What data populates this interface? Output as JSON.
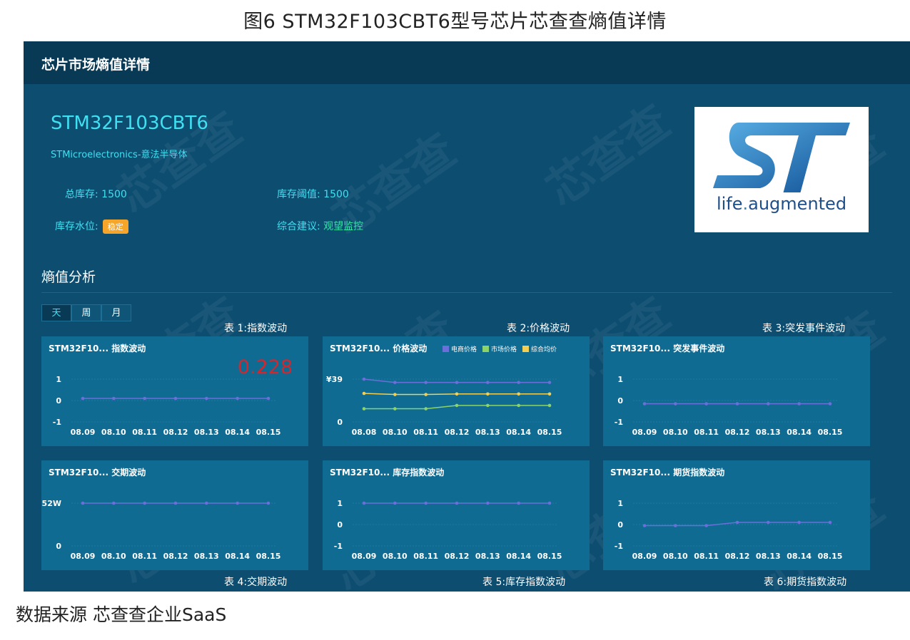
{
  "figure_title": "图6  STM32F103CBT6型号芯片芯查查熵值详情",
  "dashboard": {
    "title": "芯片市场熵值详情",
    "watermark": "芯查查",
    "chip": {
      "name": "STM32F103CBT6",
      "manufacturer": "STMicroelectronics-意法半导体",
      "total_stock_label": "总库存:",
      "total_stock_value": "1500",
      "stock_threshold_label": "库存阈值:",
      "stock_threshold_value": "1500",
      "stock_level_label": "库存水位:",
      "stock_level_badge": "稳定",
      "advice_label": "综合建议:",
      "advice_value": "观望监控"
    },
    "logo": {
      "brand_mark": "ST",
      "text_a": "life",
      "text_dot": ".",
      "text_b": "augmented"
    },
    "section_title": "熵值分析",
    "tabs": [
      "天",
      "周",
      "月"
    ],
    "active_tab": 0,
    "captions": {
      "t1": "表 1:指数波动",
      "t2": "表 2:价格波动",
      "t3": "表 3:突发事件波动",
      "t4": "表 4:交期波动",
      "t5": "表 5:库存指数波动",
      "t6": "表 6:期货指数波动"
    },
    "big_value": "0.228"
  },
  "colors": {
    "line_purple": "#6b6fd9",
    "line_green": "#8cd46a",
    "line_yellow": "#f3cf53",
    "big_value": "#d6262c",
    "accent_cyan": "#3fe0f2",
    "badge_orange": "#f4a52a"
  },
  "chart_data": [
    {
      "type": "line",
      "title": "STM32F10... 指数波动",
      "x": [
        "08.09",
        "08.10",
        "08.11",
        "08.12",
        "08.13",
        "08.14",
        "08.15"
      ],
      "yticks": [
        "1",
        "0",
        "-1"
      ],
      "ylim": [
        -1,
        1
      ],
      "series": [
        {
          "values": [
            0.1,
            0.1,
            0.1,
            0.1,
            0.1,
            0.1,
            0.1
          ],
          "color": "#6b6fd9"
        }
      ]
    },
    {
      "type": "line",
      "title": "STM32F10... 价格波动",
      "x": [
        "08.08",
        "08.10",
        "08.11",
        "08.12",
        "08.13",
        "08.14",
        "08.15"
      ],
      "yticks": [
        "¥39",
        "0"
      ],
      "ylim": [
        0,
        39
      ],
      "legend": "top",
      "series": [
        {
          "name": "电商价格",
          "values": [
            39,
            36,
            36,
            36,
            36,
            36,
            36
          ],
          "color": "#6b6fd9"
        },
        {
          "name": "市场价格",
          "values": [
            12,
            12,
            12,
            15,
            15,
            15,
            15
          ],
          "color": "#8cd46a"
        },
        {
          "name": "综合均价",
          "values": [
            26,
            25,
            25,
            25.5,
            25.5,
            25.5,
            25.5
          ],
          "color": "#f3cf53"
        }
      ]
    },
    {
      "type": "line",
      "title": "STM32F10... 突发事件波动",
      "x": [
        "08.09",
        "08.10",
        "08.11",
        "08.12",
        "08.13",
        "08.14",
        "08.15"
      ],
      "yticks": [
        "1",
        "0",
        "-1"
      ],
      "ylim": [
        -1,
        1
      ],
      "series": [
        {
          "values": [
            -0.15,
            -0.15,
            -0.15,
            -0.15,
            -0.15,
            -0.15,
            -0.15
          ],
          "color": "#6b6fd9"
        }
      ]
    },
    {
      "type": "line",
      "title": "STM32F10... 交期波动",
      "x": [
        "08.09",
        "08.10",
        "08.11",
        "08.12",
        "08.13",
        "08.14",
        "08.15"
      ],
      "yticks": [
        "52W",
        "0"
      ],
      "ylim": [
        0,
        52
      ],
      "series": [
        {
          "values": [
            52,
            52,
            52,
            52,
            52,
            52,
            52
          ],
          "color": "#6b6fd9"
        }
      ]
    },
    {
      "type": "line",
      "title": "STM32F10... 库存指数波动",
      "x": [
        "08.09",
        "08.10",
        "08.11",
        "08.12",
        "08.13",
        "08.14",
        "08.15"
      ],
      "yticks": [
        "1",
        "0",
        "-1"
      ],
      "ylim": [
        -1,
        1
      ],
      "series": [
        {
          "values": [
            1,
            1,
            1,
            1,
            1,
            1,
            1
          ],
          "color": "#6b6fd9"
        }
      ]
    },
    {
      "type": "line",
      "title": "STM32F10... 期货指数波动",
      "x": [
        "08.09",
        "08.10",
        "08.11",
        "08.12",
        "08.13",
        "08.14",
        "08.15"
      ],
      "yticks": [
        "1",
        "0",
        "-1"
      ],
      "ylim": [
        -1,
        1
      ],
      "series": [
        {
          "values": [
            -0.05,
            -0.05,
            -0.05,
            0.1,
            0.1,
            0.1,
            0.1
          ],
          "color": "#6b6fd9"
        }
      ]
    }
  ],
  "source": "数据来源   芯查查企业SaaS"
}
